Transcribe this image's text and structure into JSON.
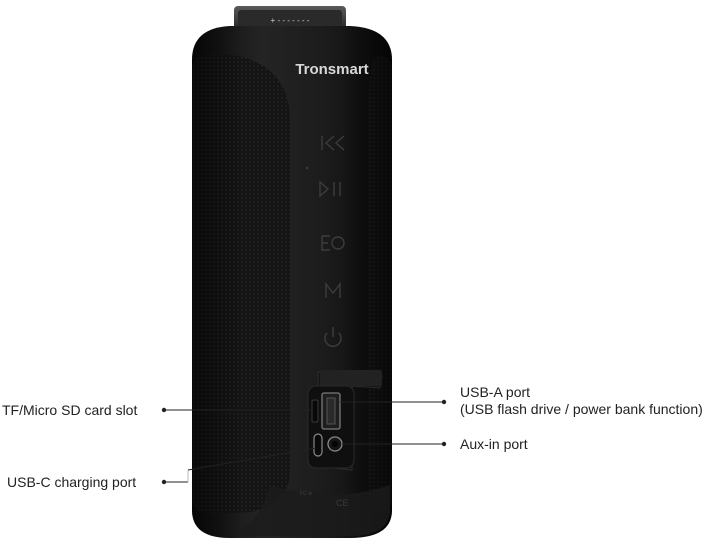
{
  "product": {
    "brand_logo": "Tronsmart",
    "top_dial_marks": "+ - - - - - - -"
  },
  "callouts": {
    "tf_card": "TF/Micro SD card slot",
    "usb_c": "USB-C charging port",
    "usb_a_line1": "USB-A port",
    "usb_a_line2": "(USB flash drive / power bank function)",
    "aux_in": "Aux-in port"
  },
  "panel_icons": [
    "prev-track-icon",
    "play-pause-icon",
    "eq-icon",
    "mode-icon",
    "power-icon"
  ],
  "colors": {
    "background": "#ffffff",
    "speaker_body": "#1a1a1a",
    "fabric": "#111111",
    "label_text": "#222222",
    "leader_line": "#222222"
  }
}
